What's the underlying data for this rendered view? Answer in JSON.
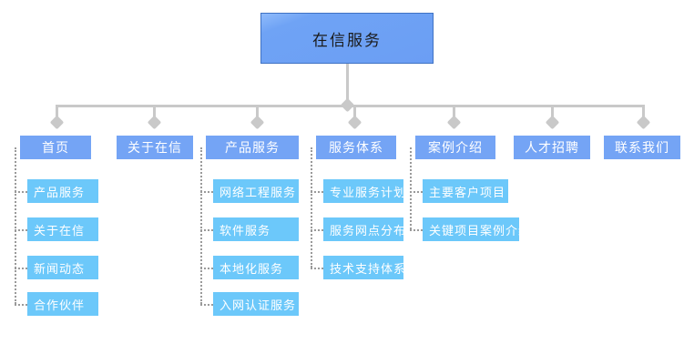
{
  "diagram": {
    "title": "在信服务",
    "background_color": "#ffffff",
    "root_color": "#6fa3f5",
    "level2_color": "#74a4f5",
    "level3_color": "#6cc8fa",
    "connector_color": "#c9c9c9",
    "dotted_connector_color": "#9a9a9a",
    "root": {
      "label": "在信服务"
    },
    "branches": [
      {
        "label": "首页",
        "children": [
          {
            "label": "产品服务"
          },
          {
            "label": "关于在信"
          },
          {
            "label": "新闻动态"
          },
          {
            "label": "合作伙伴"
          }
        ]
      },
      {
        "label": "关于在信",
        "children": []
      },
      {
        "label": "产品服务",
        "children": [
          {
            "label": "网络工程服务"
          },
          {
            "label": "软件服务"
          },
          {
            "label": "本地化服务"
          },
          {
            "label": "入网认证服务"
          }
        ]
      },
      {
        "label": "服务体系",
        "children": [
          {
            "label": "专业服务计划"
          },
          {
            "label": "服务网点分布"
          },
          {
            "label": "技术支持体系"
          }
        ]
      },
      {
        "label": "案例介绍",
        "children": [
          {
            "label": "主要客户项目"
          },
          {
            "label": "关键项目案例介绍"
          }
        ]
      },
      {
        "label": "人才招聘",
        "children": []
      },
      {
        "label": "联系我们",
        "children": []
      }
    ]
  }
}
